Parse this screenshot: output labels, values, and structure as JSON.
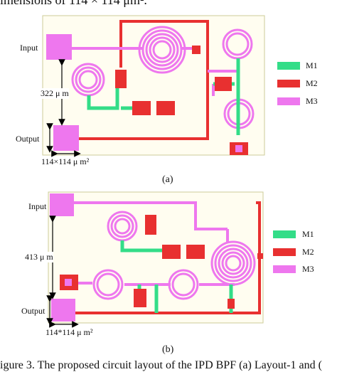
{
  "top_caption": "imensions of 114 × 114 μm².",
  "bottom_caption": "igure 3. The proposed circuit layout of the IPD BPF (a) Layout-1 and (",
  "layout1": {
    "sublabel": "(a)",
    "input_label": "Input",
    "output_label": "Output",
    "dim_vertical": "322 μ m",
    "dim_pad": "114×114 μ m²"
  },
  "layout2": {
    "sublabel": "(b)",
    "input_label": "Input",
    "output_label": "Output",
    "dim_vertical": "413 μ m",
    "dim_pad": "114*114 μ m²"
  },
  "legend1": [
    {
      "label": "M1",
      "color": "#33dd88"
    },
    {
      "label": "M2",
      "color": "#e83030"
    },
    {
      "label": "M3",
      "color": "#ee77ee"
    }
  ],
  "legend2": [
    {
      "label": "M1",
      "color": "#33dd88"
    },
    {
      "label": "M2",
      "color": "#e83030"
    },
    {
      "label": "M3",
      "color": "#ee77ee"
    }
  ],
  "colors": {
    "m1": "#33dd88",
    "m2": "#e83030",
    "m3": "#ee77ee",
    "board": "#fffdf0",
    "board_border": "#cccc99"
  }
}
